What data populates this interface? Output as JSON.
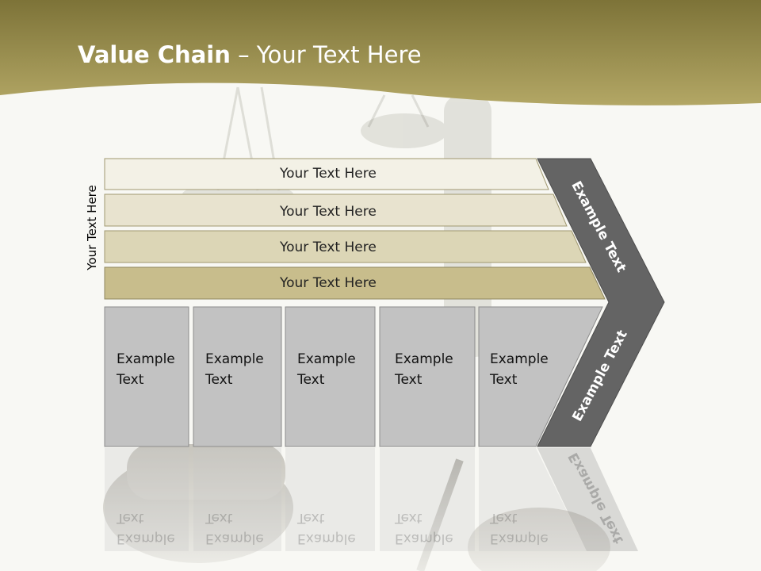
{
  "slide": {
    "title_bold": "Value Chain",
    "title_rest": " – Your Text Here",
    "vertical_label": "Your Text Here",
    "rows": [
      {
        "label": "Your Text Here",
        "color": "#f3f1e6"
      },
      {
        "label": "Your Text Here",
        "color": "#e8e3cf"
      },
      {
        "label": "Your Text Here",
        "color": "#dcd6b6"
      },
      {
        "label": "Your Text Here",
        "color": "#c8bd8c"
      }
    ],
    "boxes": [
      {
        "line1": "Example",
        "line2": "Text"
      },
      {
        "line1": "Example",
        "line2": "Text"
      },
      {
        "line1": "Example",
        "line2": "Text"
      },
      {
        "line1": "Example",
        "line2": "Text"
      },
      {
        "line1": "Example",
        "line2": "Text"
      }
    ],
    "chevron_upper_label": "Example Text",
    "chevron_lower_label": "Example Text",
    "colors": {
      "header": "#a89c5a",
      "box_fill": "#c2c2c2",
      "chevron_fill": "#646464"
    }
  }
}
